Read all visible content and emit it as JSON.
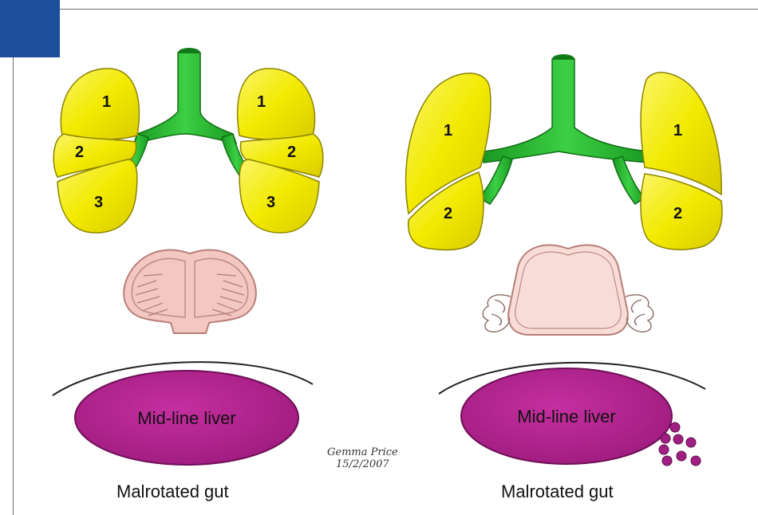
{
  "colors": {
    "accent": "#1b4f9c",
    "lung": "#f2ea00",
    "airway": "#22b428",
    "atrium": "#f5c9c4",
    "liver": "#b0238c",
    "spleen": "#a01f82"
  },
  "left_panel": {
    "left_lung_lobes": [
      "1",
      "2",
      "3"
    ],
    "right_lung_lobes": [
      "1",
      "2",
      "3"
    ],
    "liver_label": "Mid-line liver",
    "gut_label": "Malrotated gut"
  },
  "right_panel": {
    "left_lung_lobes": [
      "1",
      "2"
    ],
    "right_lung_lobes": [
      "1",
      "2"
    ],
    "liver_label": "Mid-line liver",
    "gut_label": "Malrotated gut"
  },
  "signature": {
    "line1": "Gemma Price",
    "line2": "15/2/2007"
  }
}
